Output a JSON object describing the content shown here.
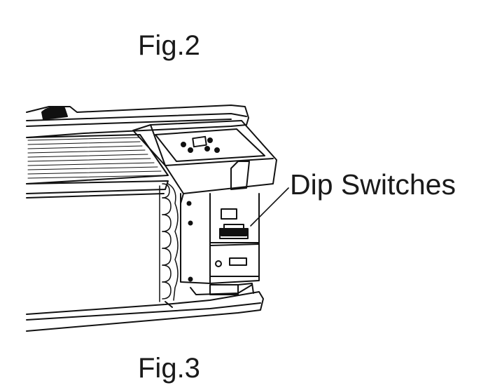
{
  "figure_top_label": "Fig.2",
  "figure_bottom_label": "Fig.3",
  "callout_label": "Dip Switches"
}
